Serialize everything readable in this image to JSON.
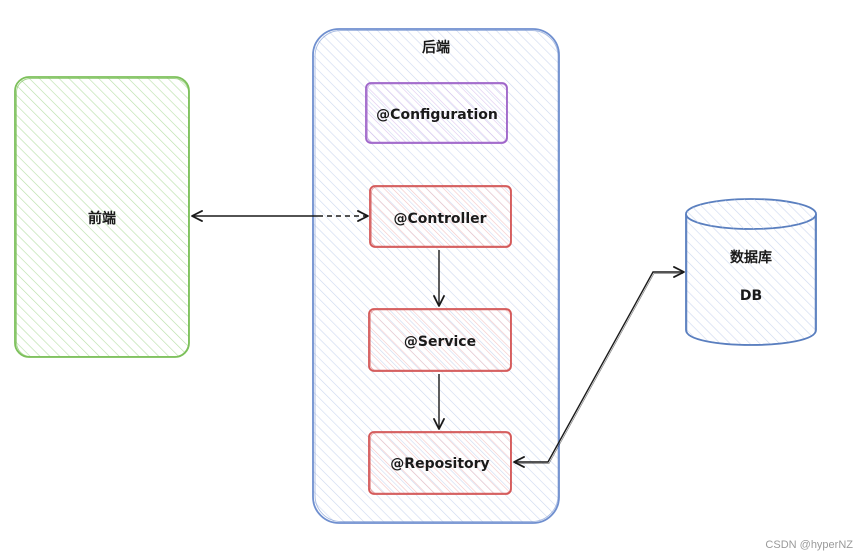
{
  "frontend": {
    "label": "前端"
  },
  "backend": {
    "label": "后端",
    "configuration": "@Configuration",
    "controller": "@Controller",
    "service": "@Service",
    "repository": "@Repository"
  },
  "database": {
    "label": "数据库",
    "sublabel": "DB"
  },
  "watermark": "CSDN @hyperNZ",
  "colors": {
    "frontend_stroke": "#7cc05a",
    "backend_stroke": "#6f8fcf",
    "configuration_stroke": "#9e64c9",
    "component_stroke": "#d45757",
    "database_stroke": "#5a7fbf",
    "arrow": "#1a1a1a"
  }
}
